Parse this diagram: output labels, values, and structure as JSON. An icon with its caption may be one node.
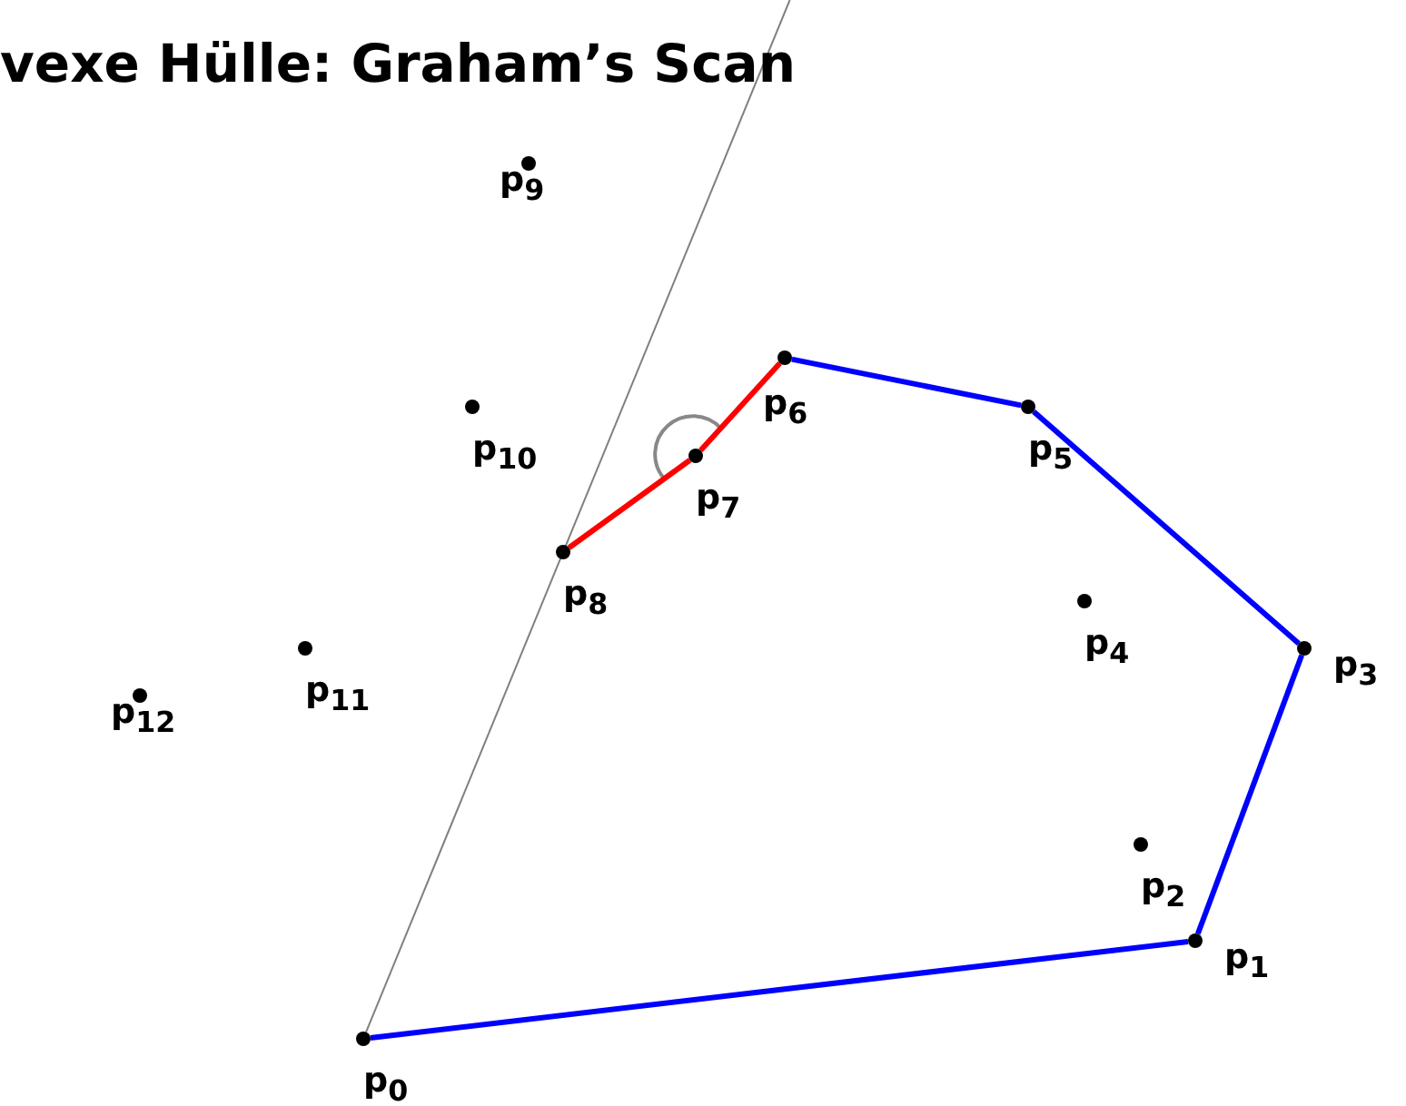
{
  "diagram": {
    "title": "vexe Hülle: Graham’s Scan",
    "nodes": [
      {
        "text": [],
        "shape": "circle",
        "beside": [
          "p$_{0}$"
        ]
      },
      {
        "text": [],
        "shape": "circle",
        "beside": [
          "p$_{1}$"
        ]
      },
      {
        "text": [],
        "shape": "circle",
        "beside": [
          "p$_{2}$"
        ]
      },
      {
        "text": [],
        "shape": "circle",
        "beside": [
          "p$_{3}$"
        ]
      },
      {
        "text": [],
        "shape": "circle",
        "beside": [
          "p$_{4}$"
        ]
      },
      {
        "text": [],
        "shape": "circle",
        "beside": [
          "p$_{5}$"
        ]
      },
      {
        "text": [],
        "shape": "circle",
        "beside": [
          "p$_{6}$"
        ]
      },
      {
        "text": [],
        "shape": "circle",
        "beside": [
          "p$_{7}$"
        ]
      },
      {
        "text": [],
        "shape": "circle",
        "beside": [
          "p$_{8}$"
        ]
      },
      {
        "text": [],
        "shape": "circle",
        "beside": [
          "p$_{9}$"
        ]
      },
      {
        "text": [],
        "shape": "circle",
        "beside": [
          "p$_{10}$"
        ]
      },
      {
        "text": [],
        "shape": "circle",
        "beside": [
          "p$_{11}$"
        ]
      },
      {
        "text": [],
        "shape": "circle",
        "beside": [
          "p$_{12}$"
        ]
      }
    ],
    "edges": [
      {
        "from": 0,
        "to": 1,
        "arrow": "none"
      },
      {
        "from": 1,
        "to": 3,
        "arrow": "none"
      },
      {
        "from": 3,
        "to": 5,
        "arrow": "none"
      },
      {
        "from": 5,
        "to": 6,
        "arrow": "none"
      },
      {
        "from": 6,
        "to": 7,
        "arrow": "none",
        "color": "#ff0000"
      },
      {
        "from": 7,
        "to": 8,
        "arrow": "none",
        "color": "#ff0000"
      },
      {
        "from": 0,
        "to": null,
        "arrow": "none",
        "color": "#808080"
      }
    ]
  }
}
